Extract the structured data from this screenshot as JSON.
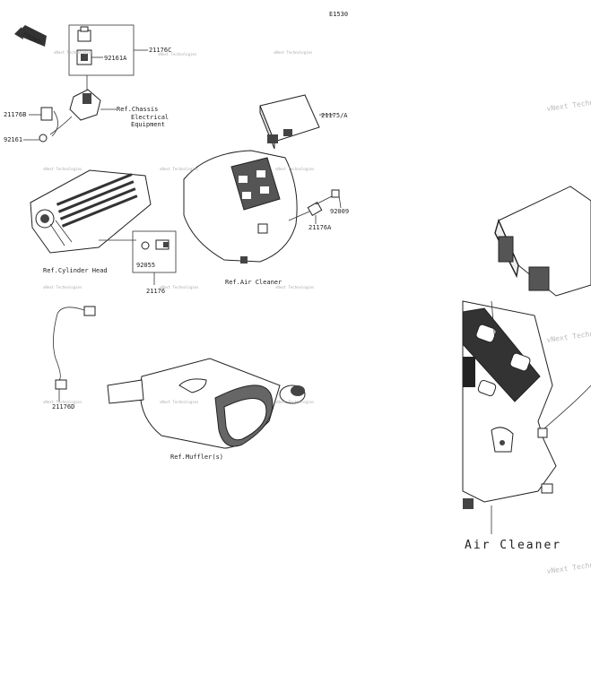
{
  "diagram": {
    "code": "E1530",
    "front_label": "FRONT",
    "callouts": [
      {
        "id": "c1",
        "text": "21176C"
      },
      {
        "id": "c2",
        "text": "92161A"
      },
      {
        "id": "c3",
        "text": "Ref.Chassis"
      },
      {
        "id": "c3b",
        "text": "Electrical"
      },
      {
        "id": "c3c",
        "text": "Equipment"
      },
      {
        "id": "c4",
        "text": "21176B"
      },
      {
        "id": "c5",
        "text": "92161"
      },
      {
        "id": "c6",
        "text": "21175/A"
      },
      {
        "id": "c7",
        "text": "92009"
      },
      {
        "id": "c8",
        "text": "21176A"
      },
      {
        "id": "c9",
        "text": "Ref.Cylinder Head"
      },
      {
        "id": "c10",
        "text": "92055"
      },
      {
        "id": "c11",
        "text": "21176"
      },
      {
        "id": "c12",
        "text": "Ref.Air Cleaner"
      },
      {
        "id": "c13",
        "text": "21176D"
      },
      {
        "id": "c14",
        "text": "Ref.Muffler(s)"
      }
    ],
    "zoom_label": "Air Cleaner",
    "watermark": "vNext Technologies",
    "watermark_zoom": "vNext Techn"
  }
}
